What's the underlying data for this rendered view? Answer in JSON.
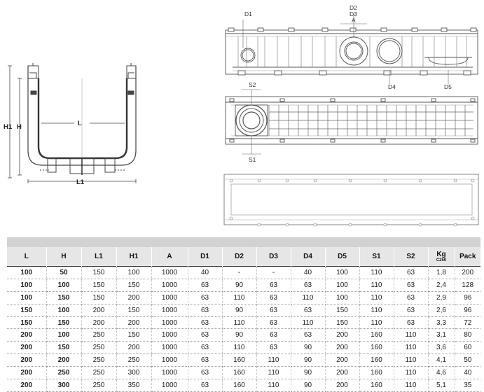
{
  "drawing": {
    "section_labels": {
      "L": "L",
      "L1": "L1",
      "H1": "H1",
      "H": "H"
    },
    "side_labels": {
      "D1": "D1",
      "D2": "D2",
      "D3": "D3",
      "A": "A",
      "D4": "D4",
      "D5": "D5"
    },
    "top_labels": {
      "S2": "S2",
      "S1": "S1"
    }
  },
  "table": {
    "headers": [
      "L",
      "H",
      "L1",
      "H1",
      "A",
      "D1",
      "D2",
      "D3",
      "D4",
      "D5",
      "S1",
      "S2",
      "Kg",
      "Pack"
    ],
    "kg_sub": "C250",
    "rows": [
      [
        "100",
        "50",
        "150",
        "100",
        "1000",
        "40",
        "-",
        "-",
        "40",
        "100",
        "110",
        "63",
        "1,8",
        "200"
      ],
      [
        "100",
        "100",
        "150",
        "150",
        "1000",
        "63",
        "90",
        "63",
        "63",
        "100",
        "110",
        "63",
        "2,4",
        "128"
      ],
      [
        "100",
        "150",
        "150",
        "200",
        "1000",
        "63",
        "110",
        "63",
        "110",
        "100",
        "110",
        "63",
        "2,9",
        "96"
      ],
      [
        "150",
        "100",
        "200",
        "150",
        "1000",
        "63",
        "90",
        "63",
        "63",
        "150",
        "110",
        "63",
        "2,6",
        "96"
      ],
      [
        "150",
        "150",
        "200",
        "200",
        "1000",
        "63",
        "110",
        "63",
        "110",
        "150",
        "110",
        "63",
        "3,3",
        "72"
      ],
      [
        "200",
        "100",
        "250",
        "150",
        "1000",
        "63",
        "90",
        "63",
        "63",
        "200",
        "160",
        "110",
        "3,1",
        "80"
      ],
      [
        "200",
        "150",
        "250",
        "200",
        "1000",
        "63",
        "110",
        "63",
        "90",
        "200",
        "160",
        "110",
        "3,6",
        "60"
      ],
      [
        "200",
        "200",
        "250",
        "250",
        "1000",
        "63",
        "160",
        "110",
        "90",
        "200",
        "160",
        "110",
        "4,1",
        "50"
      ],
      [
        "200",
        "250",
        "250",
        "300",
        "1000",
        "63",
        "160",
        "110",
        "90",
        "200",
        "160",
        "110",
        "4,6",
        "40"
      ],
      [
        "200",
        "300",
        "250",
        "350",
        "1000",
        "63",
        "160",
        "110",
        "90",
        "200",
        "160",
        "110",
        "5,1",
        "35"
      ]
    ]
  }
}
